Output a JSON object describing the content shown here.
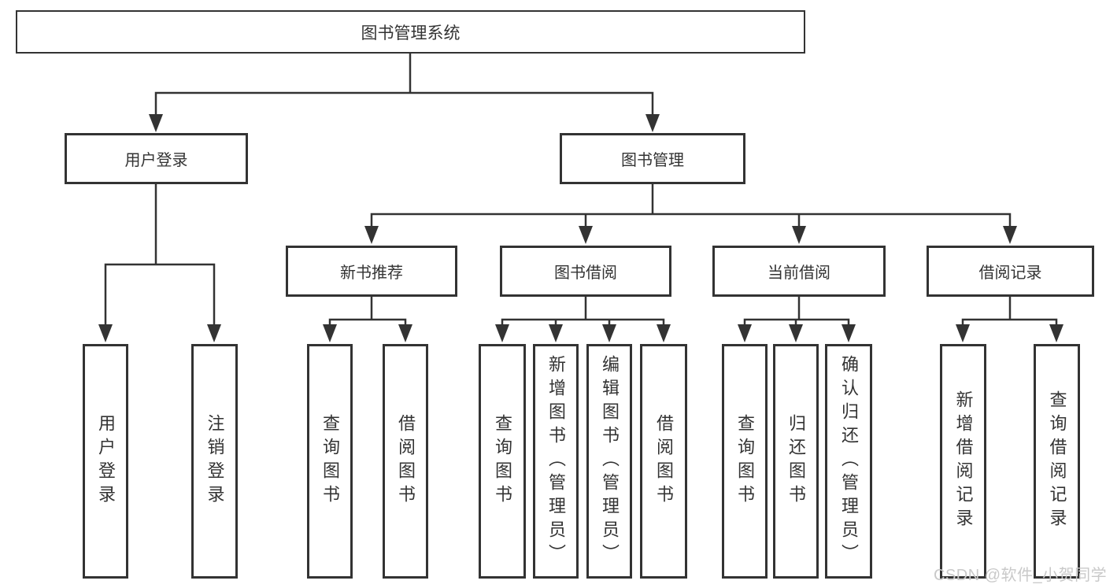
{
  "page": {
    "background": "#ffffff"
  },
  "colors": {
    "line": "#333333",
    "box_border": "#333333",
    "text": "#333333",
    "watermark": "#c9c9c9"
  },
  "watermark": {
    "text": "CSDN @软件_小贺同学"
  },
  "tree": {
    "label": "图书管理系统",
    "children": [
      {
        "label": "用户登录",
        "children": [
          {
            "label": "用户登录"
          },
          {
            "label": "注销登录"
          }
        ]
      },
      {
        "label": "图书管理",
        "children": [
          {
            "label": "新书推荐",
            "children": [
              {
                "label": "查询图书"
              },
              {
                "label": "借阅图书"
              }
            ]
          },
          {
            "label": "图书借阅",
            "children": [
              {
                "label": "查询图书"
              },
              {
                "label": "新增图书（管理员）"
              },
              {
                "label": "编辑图书（管理员）"
              },
              {
                "label": "借阅图书"
              }
            ]
          },
          {
            "label": "当前借阅",
            "children": [
              {
                "label": "查询图书"
              },
              {
                "label": "归还图书"
              },
              {
                "label": "确认归还（管理员）"
              }
            ]
          },
          {
            "label": "借阅记录",
            "children": [
              {
                "label": "新增借阅记录"
              },
              {
                "label": "查询借阅记录"
              }
            ]
          }
        ]
      }
    ]
  }
}
